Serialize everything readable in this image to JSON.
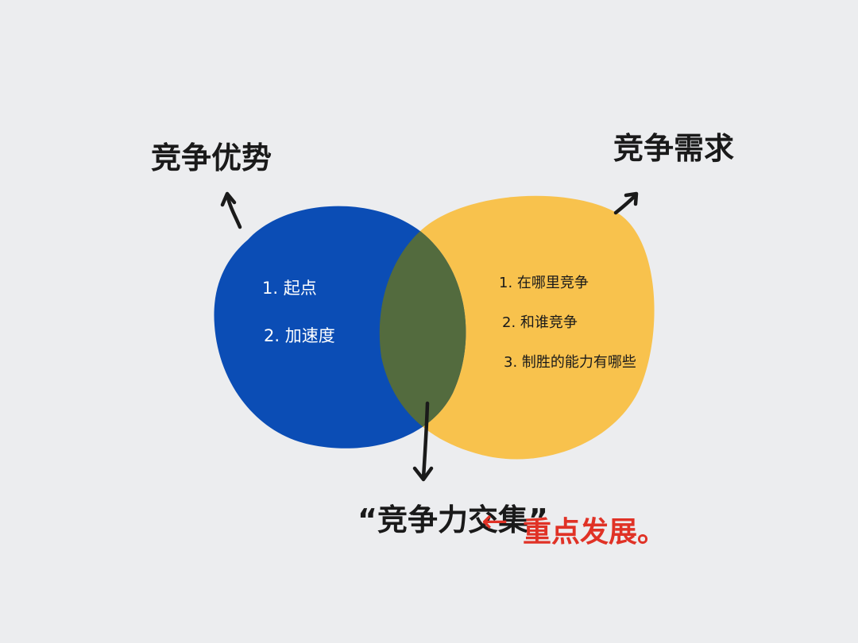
{
  "diagram": {
    "left_set": {
      "label": "竞争优势",
      "items": [
        "1. 起点",
        "2. 加速度"
      ],
      "color": "#0B4DB5"
    },
    "right_set": {
      "label": "竞争需求",
      "items": [
        "1. 在哪里竞争",
        "2. 和谁竞争",
        "3. 制胜的能力有哪些"
      ],
      "color": "#F8C24D"
    },
    "overlap": {
      "label": "“竞争力交集”",
      "color": "#536B3E"
    },
    "annotation": {
      "arrow": "←",
      "text": "重点发展。",
      "color": "#E03226"
    },
    "background": "#ECEDEF"
  }
}
